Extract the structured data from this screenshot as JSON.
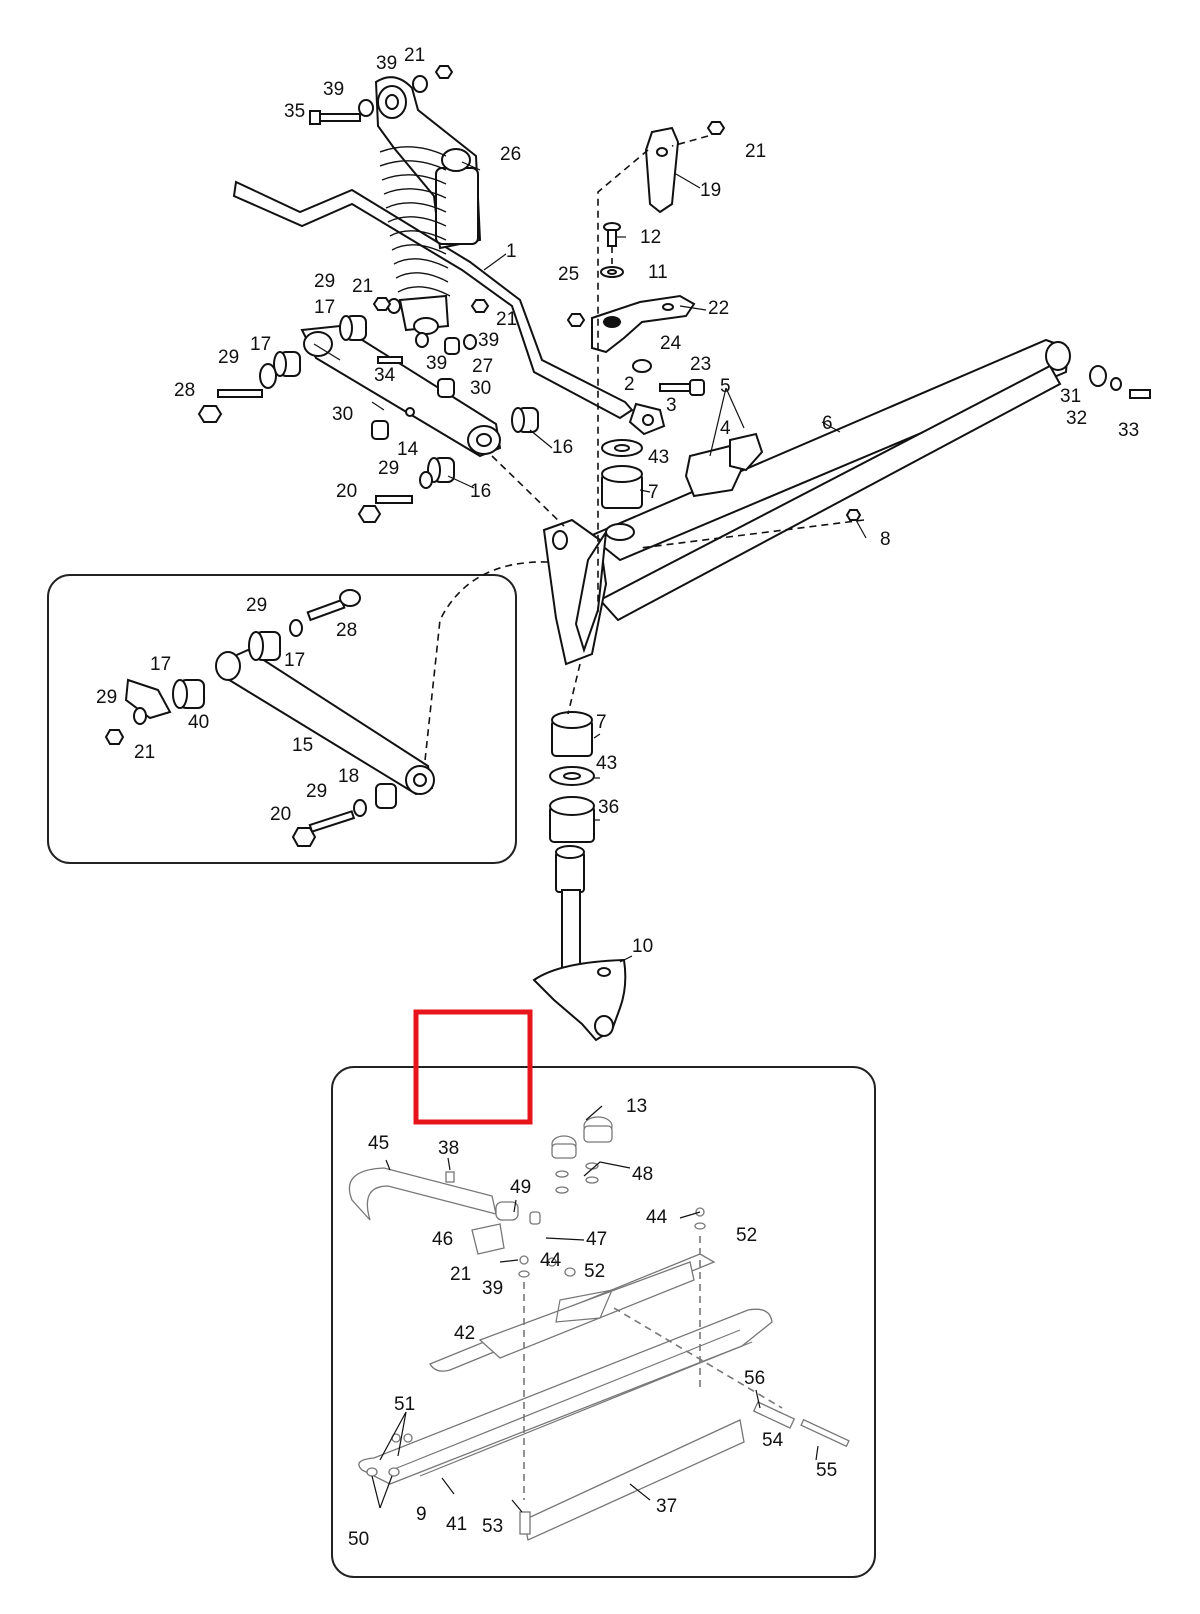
{
  "highlight": {
    "color": "#e8141b"
  },
  "labels": [
    "39",
    "21",
    "39",
    "35",
    "26",
    "21",
    "19",
    "12",
    "11",
    "1",
    "25",
    "22",
    "29",
    "21",
    "17",
    "21",
    "29",
    "17",
    "39",
    "34",
    "39",
    "27",
    "24",
    "23",
    "28",
    "30",
    "2",
    "3",
    "5",
    "31",
    "32",
    "33",
    "6",
    "30",
    "14",
    "4",
    "16",
    "43",
    "29",
    "16",
    "20",
    "7",
    "8",
    "29",
    "28",
    "17",
    "17",
    "29",
    "40",
    "21",
    "15",
    "18",
    "29",
    "20",
    "7",
    "43",
    "36",
    "10",
    "13",
    "45",
    "38",
    "48",
    "49",
    "46",
    "47",
    "44",
    "52",
    "21",
    "44",
    "52",
    "39",
    "42",
    "56",
    "51",
    "54",
    "55",
    "50",
    "9",
    "41",
    "53",
    "37"
  ]
}
